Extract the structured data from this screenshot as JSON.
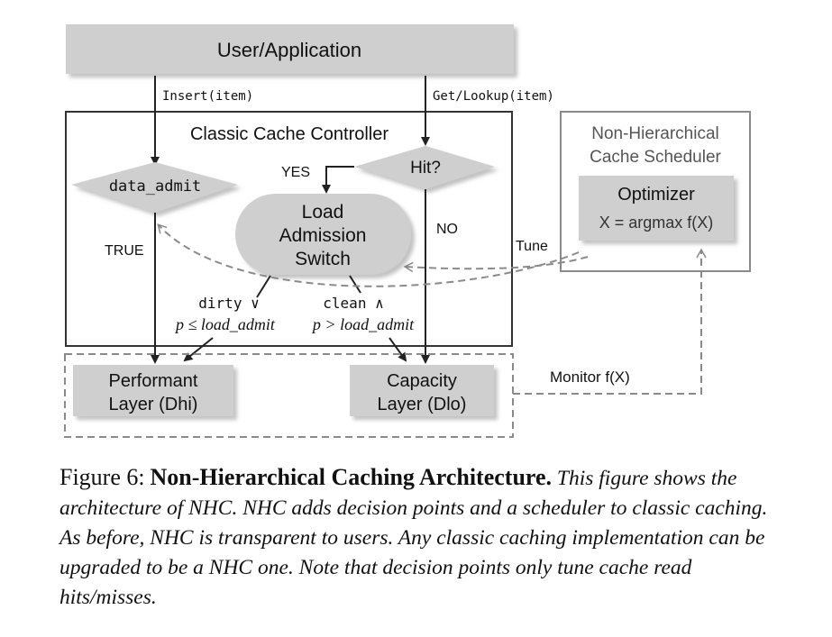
{
  "diagram": {
    "user_app": "User/Application",
    "insert_label": "Insert(item)",
    "lookup_label": "Get/Lookup(item)",
    "controller_title": "Classic Cache Controller",
    "data_admit": "data_admit",
    "hit": "Hit?",
    "yes": "YES",
    "no": "NO",
    "true_label": "TRUE",
    "switch_lines": [
      "Load",
      "Admission",
      "Switch"
    ],
    "dirty_line1": "dirty ∨",
    "dirty_line2": "p ≤ load_admit",
    "clean_line1": "clean ∧",
    "clean_line2": "p > load_admit",
    "scheduler_line1": "Non-Hierarchical",
    "scheduler_line2": "Cache Scheduler",
    "optimizer": "Optimizer",
    "optimizer_formula": "X = argmax f(X)",
    "tune": "Tune",
    "performant_line1": "Performant",
    "performant_line2": "Layer (Dhi)",
    "capacity_line1": "Capacity",
    "capacity_line2": "Layer (Dlo)",
    "monitor": "Monitor f(X)"
  },
  "caption": {
    "label": "Figure 6:",
    "title": "Non-Hierarchical Caching Architecture.",
    "body": "This figure shows the architecture of NHC. NHC adds decision points and a scheduler to classic caching. As before, NHC is transparent to users. Any classic caching implementation can be upgraded to be a NHC one. Note that decision points only tune cache read hits/misses."
  },
  "colors": {
    "box_fill": "#cfcfcf",
    "box_shadow": "#bdbdbd",
    "line": "#222222",
    "dashed": "#8a8a8a",
    "scheduler_border": "#8a8a8a"
  }
}
